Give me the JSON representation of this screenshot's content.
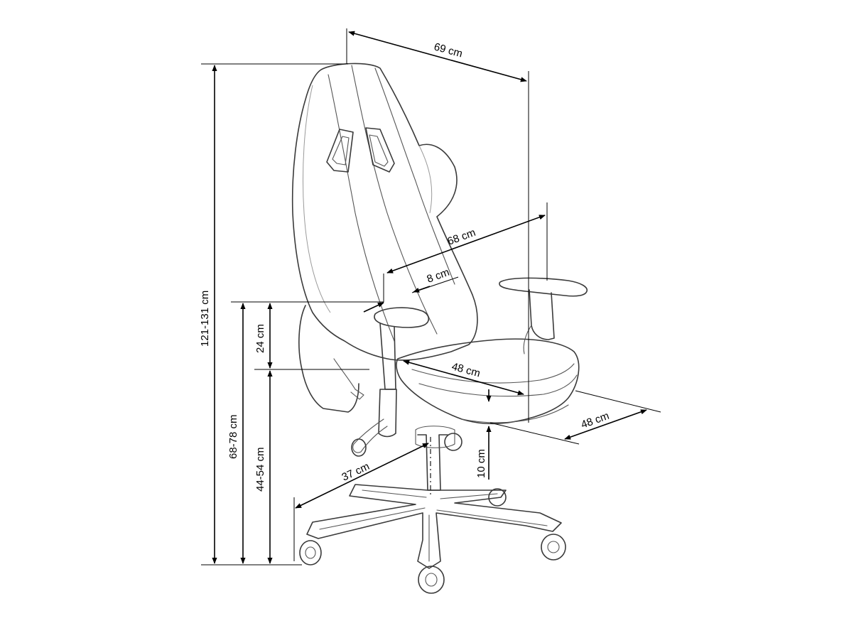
{
  "dimensions": {
    "overall_width": "69 cm",
    "armrest_span": "68 cm",
    "arm_pad_offset": "8 cm",
    "seat_depth": "48 cm",
    "seat_width": "48 cm",
    "base_radius": "37 cm",
    "seat_adjust": "10 cm",
    "overall_height": "121-131 cm",
    "armrest_height": "68-78 cm",
    "arm_above_seat": "24 cm",
    "seat_height": "44-54 cm"
  }
}
